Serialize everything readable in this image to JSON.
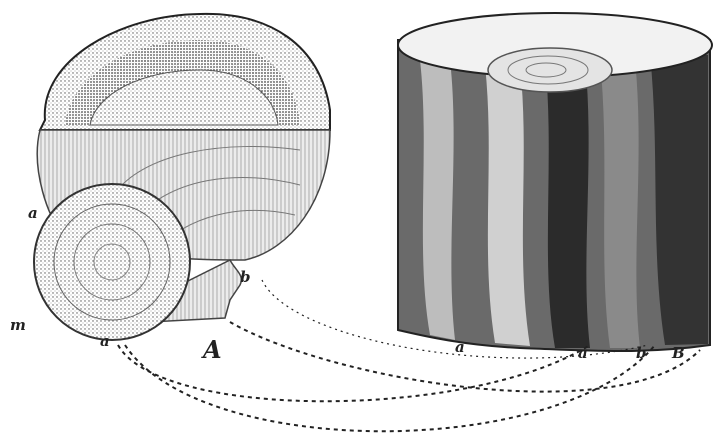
{
  "figure": {
    "label_A": "A",
    "label_B": "B",
    "label_m": "m",
    "label_a_left_upper": "a",
    "label_a_left_lower": "a",
    "label_b_left": "b",
    "label_a_log_1": "a",
    "label_a_log_2": "a",
    "label_b_log": "b"
  },
  "colors": {
    "ink": "#222222",
    "paper": "#ffffff",
    "bark_dark": "#2b2b2b",
    "bark_mid": "#6a6a6a",
    "bark_light": "#bdbdbd",
    "shell_light": "#e6e6e6"
  }
}
